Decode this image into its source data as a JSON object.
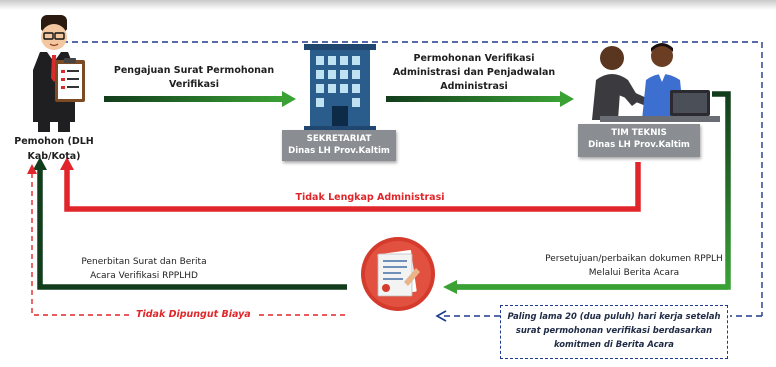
{
  "nodes": {
    "pemohon": {
      "label": "Pemohon (DLH Kab/Kota)"
    },
    "sekretariat": {
      "line1": "SEKRETARIAT",
      "line2": "Dinas LH Prov.Kaltim"
    },
    "tim_teknis": {
      "line1": "TIM TEKNIS",
      "line2": "Dinas LH Prov.Kaltim"
    }
  },
  "edges": {
    "pengajuan": {
      "line1": "Pengajuan Surat Permohonan",
      "line2": "Verifikasi"
    },
    "permohonan": {
      "line1": "Permohonan Verifikasi",
      "line2": "Administrasi dan Penjadwalan",
      "line3": "Administrasi"
    },
    "tidak_lengkap": "Tidak Lengkap Administrasi",
    "persetujuan": {
      "line1": "Persetujuan/perbaikan dokumen RPPLH",
      "line2": "Melalui Berita Acara"
    },
    "penerbitan": {
      "line1": "Penerbitan Surat dan Berita",
      "line2": "Acara Verifikasi RPPLHD"
    },
    "biaya": "Tidak Dipungut Biaya"
  },
  "note": {
    "line1": "Paling lama 20 (dua puluh) hari kerja setelah",
    "line2": "surat permohonan verifikasi berdasarkan",
    "line3": "komitmen di Berita Acara"
  },
  "icons": [
    "person-with-clipboard-icon",
    "office-building-icon",
    "team-at-laptop-icon",
    "document-certificate-icon"
  ],
  "colors": {
    "green": "#3aa235",
    "dark_green": "#123d1c",
    "red": "#e0262a",
    "navy": "#1e3a8a",
    "grey_box": "#8a8e93"
  }
}
